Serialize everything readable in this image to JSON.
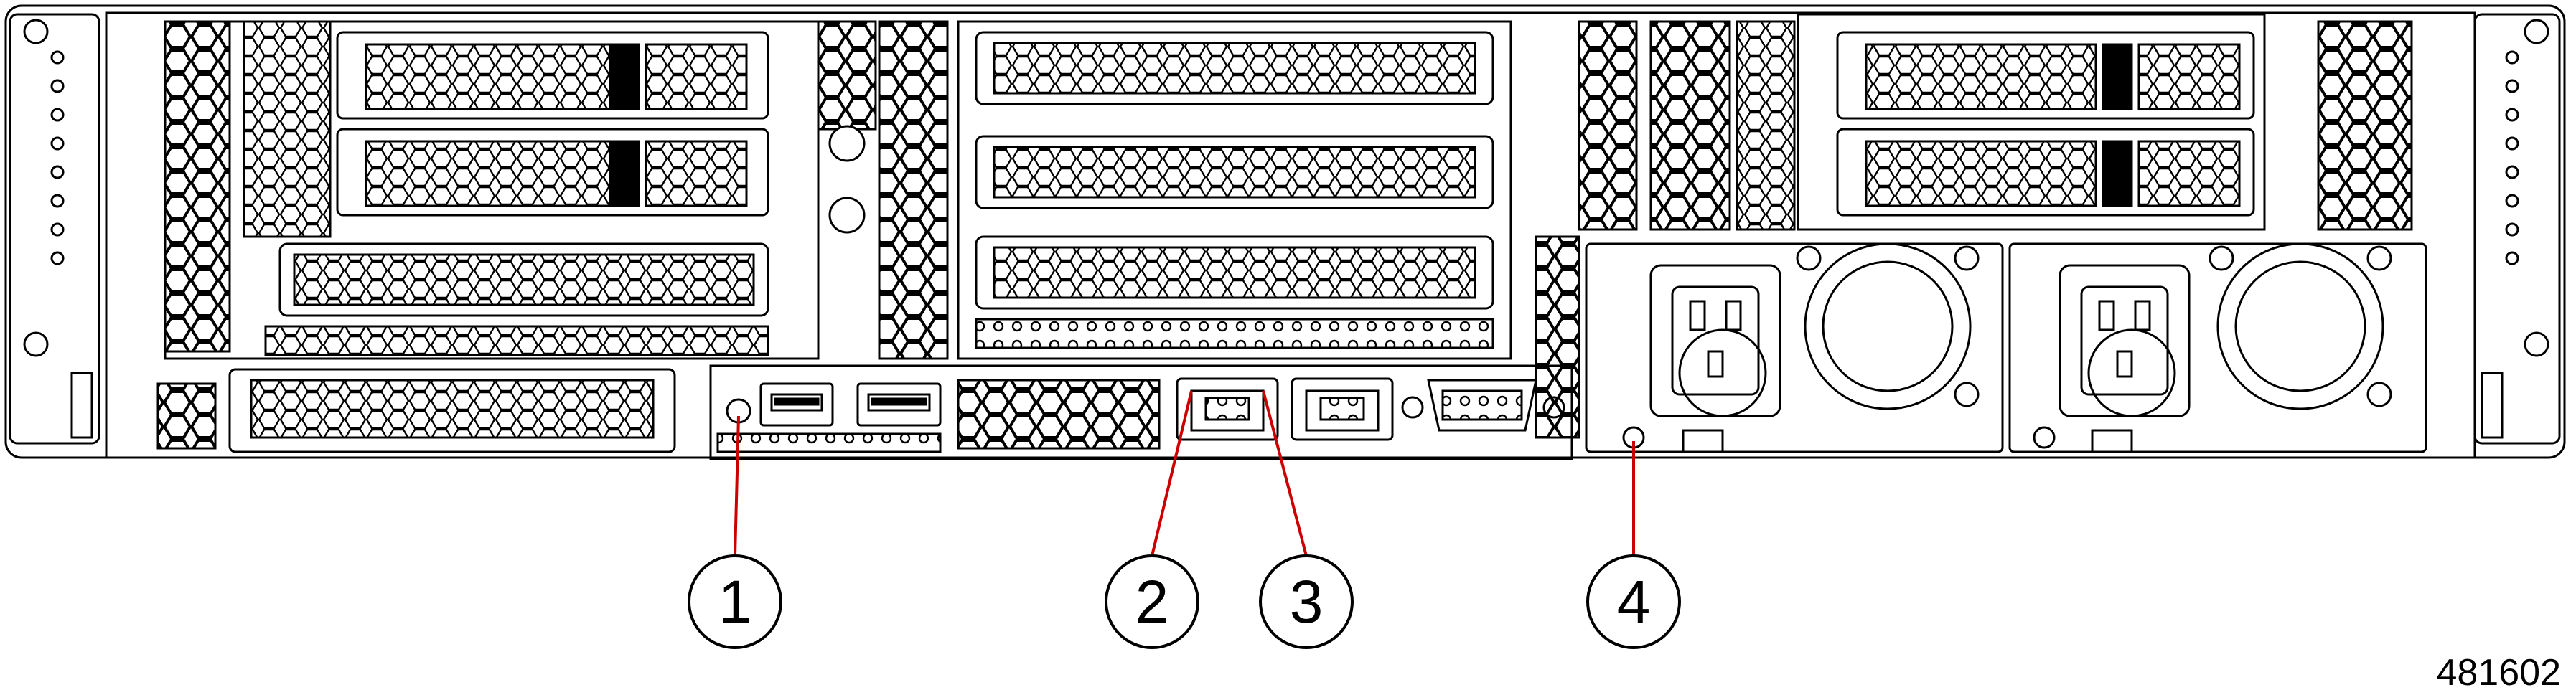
{
  "callouts": [
    {
      "label": "1",
      "part": "unit-id-led"
    },
    {
      "label": "2",
      "part": "link-status-led"
    },
    {
      "label": "3",
      "part": "link-speed-led"
    },
    {
      "label": "4",
      "part": "psu-status-led"
    }
  ],
  "figure_id": "481602",
  "colors": {
    "line": "#000000",
    "leader": "#cc0000",
    "background": "#ffffff"
  }
}
